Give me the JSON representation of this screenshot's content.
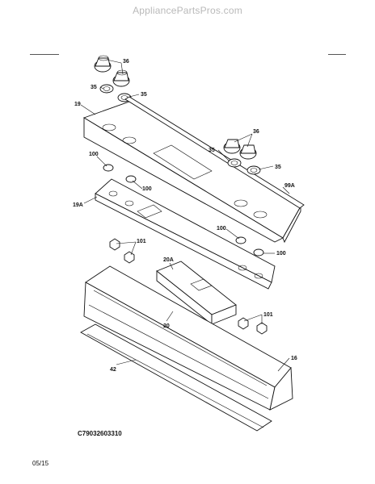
{
  "watermark": "AppliancePartsPros.com",
  "diagram_code": "C79032603310",
  "date": "05/15",
  "callouts": {
    "c36a": "36",
    "c35a": "35",
    "c35b": "35",
    "c19": "19",
    "c36b": "36",
    "c35c": "35",
    "c35d": "35",
    "c100a": "100",
    "c100b": "100",
    "c99a": "99A",
    "c19a": "19A",
    "c100c": "100",
    "c100d": "100",
    "c101a": "101",
    "c20a": "20A",
    "c20": "20",
    "c101b": "101",
    "c16": "16",
    "c42": "42"
  }
}
